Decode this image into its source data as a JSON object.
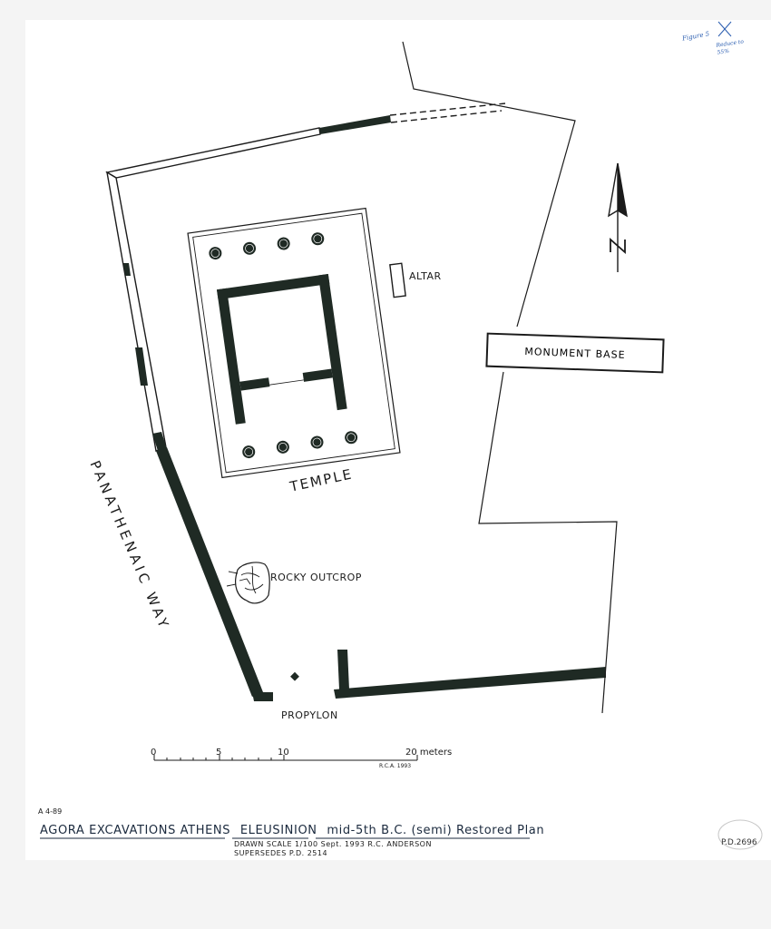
{
  "labels": {
    "altar": "ALTAR",
    "monument_base": "MONUMENT BASE",
    "temple": "TEMPLE",
    "panathenaic_way": "PANATHENAIC WAY",
    "rocky_outcrop": "ROCKY OUTCROP",
    "propylon": "PROPYLON"
  },
  "north_arrow": {
    "letter": "N"
  },
  "scale": {
    "ticks": [
      "0",
      "5",
      "10",
      "20 meters"
    ],
    "initials": "R.C.A. 1993"
  },
  "title_block": {
    "sheet_code": "A 4-89",
    "parts": [
      "AGORA EXCAVATIONS ATHENS",
      "ELEUSINION",
      "mid-5th B.C. (semi) Restored Plan"
    ],
    "line2": "DRAWN SCALE 1/100     Sept. 1993     R.C. ANDERSON",
    "line3": "SUPERSEDES     P.D. 2514",
    "pd_number": "P.D.2696"
  },
  "handwritten_notes": {
    "note1": "Figure 5",
    "note2": "Reduce to 55%"
  },
  "colors": {
    "ink": "#1b1b1b",
    "wall_fill": "#1f2a24",
    "annotation": "#2a5db0"
  }
}
